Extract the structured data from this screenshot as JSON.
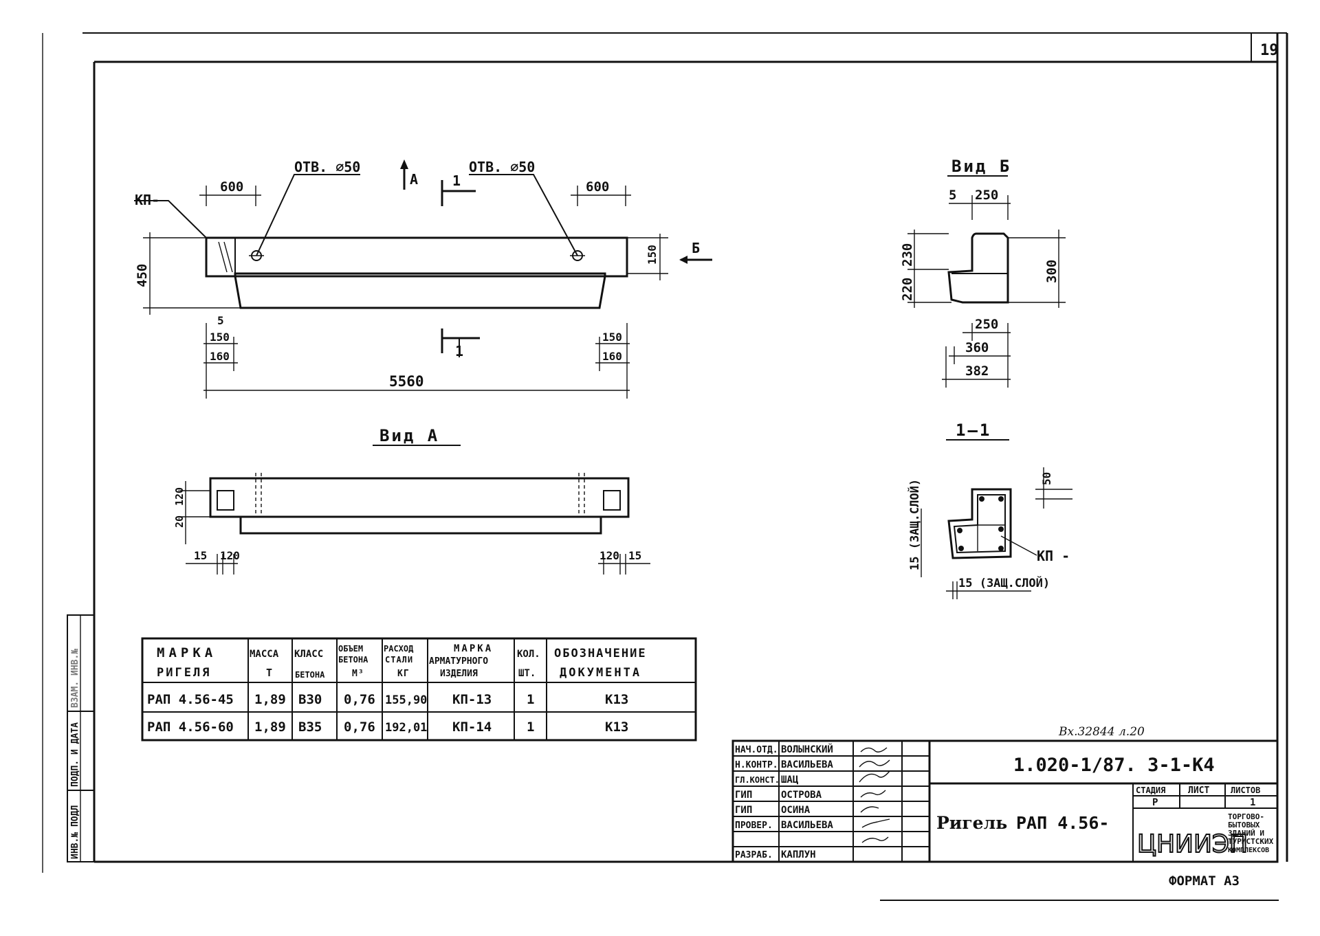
{
  "sheet": {
    "page_number": "19",
    "format": "ФОРМАТ А3",
    "archive_note": "Вх.32844 л.20"
  },
  "main_view": {
    "kp_label": "КП-",
    "hole_left": "ОТВ. ⌀50",
    "hole_right": "ОТВ. ⌀50",
    "arrow_a": "А",
    "cut_mark": "1",
    "view_b_arrow": "Б",
    "dims": {
      "left_600": "600",
      "right_600": "600",
      "height_450": "450",
      "right_150": "150",
      "d5": "5",
      "l150": "150",
      "l160": "160",
      "r150": "150",
      "r160": "160",
      "total": "5560"
    }
  },
  "view_a": {
    "title": "Вид А",
    "dims": {
      "d20": "20",
      "d120": "120",
      "d15l": "15",
      "d120l": "120",
      "d120r": "120",
      "d15r": "15"
    }
  },
  "view_b": {
    "title": "Вид Б",
    "dims": {
      "d5": "5",
      "d250": "250",
      "d220": "220",
      "d230": "230",
      "d300": "300",
      "b250": "250",
      "b360": "360",
      "b382": "382"
    }
  },
  "section": {
    "title": "1—1",
    "cover_v": "15 (ЗАЩ.СЛОЙ)",
    "cover_h": "15 (ЗАЩ.СЛОЙ)",
    "d50": "50",
    "kp_label": "КП -"
  },
  "spec_table": {
    "headers": [
      [
        "МАРКА",
        "РИГЕЛЯ"
      ],
      [
        "МАССА",
        "Т"
      ],
      [
        "КЛАСС",
        "БЕТОНА"
      ],
      [
        "ОБЪЕМ",
        "БЕТОНА",
        "М³"
      ],
      [
        "РАСХОД",
        "СТАЛИ",
        "КГ"
      ],
      [
        "МАРКА",
        "АРМАТУРНОГО",
        "ИЗДЕЛИЯ"
      ],
      [
        "КОЛ.",
        "ШТ."
      ],
      [
        "ОБОЗНАЧЕНИЕ",
        "ДОКУМЕНТА"
      ]
    ],
    "rows": [
      [
        "РАП 4.56-45",
        "1,89",
        "В30",
        "0,76",
        "155,90",
        "КП-13",
        "1",
        "К13"
      ],
      [
        "РАП 4.56-60",
        "1,89",
        "В35",
        "0,76",
        "192,01",
        "КП-14",
        "1",
        "К13"
      ]
    ]
  },
  "side_stamp": [
    "ИНВ.№ ПОДЛ",
    "ПОДП. И ДАТА",
    "ВЗАМ. ИНВ.№"
  ],
  "title_block": {
    "code": "1.020-1/87. 3-1-К4",
    "name_left": "Ригель",
    "name_right": "РАП 4.56-",
    "stage_label": "СТАДИЯ",
    "sheet_label": "ЛИСТ",
    "sheets_label": "ЛИСТОВ",
    "stage": "Р",
    "sheets": "1",
    "org": "ЦНИИЭП",
    "org_desc": [
      "ТОРГОВО-",
      "БЫТОВЫХ",
      "ЗДАНИЙ И",
      "ТУРИСТСКИХ",
      "КОМПЛЕКСОВ"
    ],
    "people": [
      [
        "НАЧ.ОТД.",
        "ВОЛЫНСКИЙ"
      ],
      [
        "Н.КОНТР.",
        "ВАСИЛЬЕВА"
      ],
      [
        "ГЛ.КОНСТ.",
        "ШАЦ"
      ],
      [
        "ГИП",
        "ОСТРОВА"
      ],
      [
        "ГИП",
        "ОСИНА"
      ],
      [
        "ПРОВЕР.",
        "ВАСИЛЬЕВА"
      ],
      [
        "РАЗРАБ.",
        "КАПЛУН"
      ]
    ]
  }
}
